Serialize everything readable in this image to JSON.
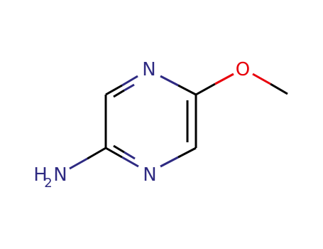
{
  "molecule": {
    "atoms": {
      "n_top": "N",
      "n_bottom": "N",
      "o": "O",
      "nh2_h": "H",
      "nh2_sub": "2",
      "nh2_n": "N"
    },
    "colors": {
      "bond": "#000000",
      "nitrogen": "#2e2a82",
      "oxygen": "#e8000b"
    }
  }
}
